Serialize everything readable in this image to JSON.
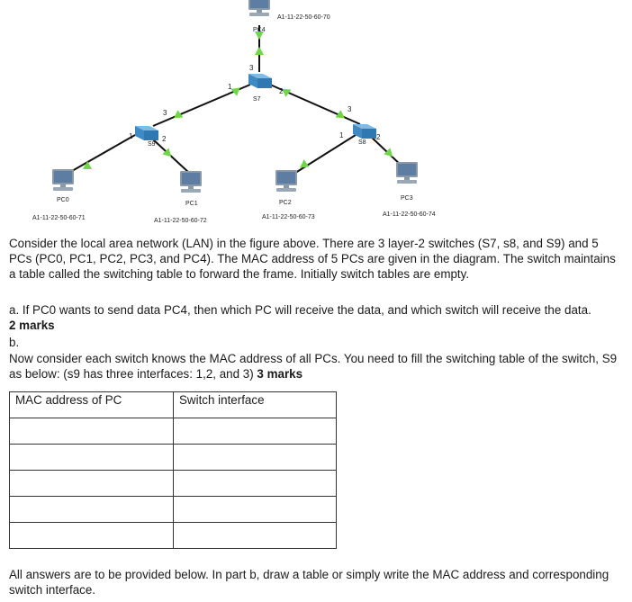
{
  "diagram": {
    "switches": [
      {
        "id": "s7",
        "label": "S7"
      },
      {
        "id": "s8",
        "label": "S8"
      },
      {
        "id": "s9",
        "label": "S9"
      }
    ],
    "pcs": [
      {
        "id": "pc0",
        "label": "PC0",
        "mac": "A1-11-22-50-60-71"
      },
      {
        "id": "pc1",
        "label": "PC1",
        "mac": "A1-11-22-50-60-72"
      },
      {
        "id": "pc2",
        "label": "PC2",
        "mac": "A1-11-22-50-60-73"
      },
      {
        "id": "pc3",
        "label": "PC3",
        "mac": "A1-11-22-50-60-74"
      },
      {
        "id": "pc4",
        "label": "PC4",
        "mac": "A1-11-22-50-60-70"
      }
    ],
    "port_labels": {
      "s7_p3": "3",
      "s7_p1": "1",
      "s7_p2": "2",
      "s9_p3": "3",
      "s9_p1": "1",
      "s9_p2": "2",
      "s8_p3": "3",
      "s8_p1": "1",
      "s8_p2": "2"
    },
    "link_color": "#111111",
    "arrow_color": "#6fd64a",
    "switch_color": "#4a9bd6"
  },
  "text": {
    "para1": "Consider the local area network (LAN) in the figure above. There are 3 layer-2 switches (S7, s8, and S9) and 5 PCs (PC0, PC1, PC2, PC3, and PC4). The MAC address of 5 PCs are given in the diagram. The switch maintains a table called the switching table to forward the frame. Initially switch tables are empty.",
    "part_a": "a. If PC0 wants to send data PC4, then which PC will receive the data, and which switch will receive the data.",
    "marks_a": "2 marks",
    "part_b_label": "b.",
    "part_b": "Now consider each switch knows the MAC address of all PCs. You need to fill the switching table of the switch, S9 as below: (s9 has three interfaces: 1,2, and 3)",
    "marks_b": "3 marks",
    "footer": "All answers are to be provided below. In part b, draw a table or simply write the MAC address and corresponding switch interface."
  },
  "table": {
    "headers": [
      "MAC address of PC",
      "Switch interface"
    ],
    "rows": [
      [
        "",
        ""
      ],
      [
        "",
        ""
      ],
      [
        "",
        ""
      ],
      [
        "",
        ""
      ],
      [
        "",
        ""
      ]
    ]
  }
}
